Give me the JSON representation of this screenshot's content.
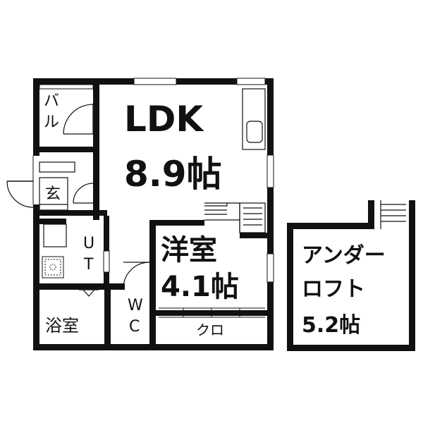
{
  "rooms": {
    "ldk": {
      "name": "LDK",
      "size": "8.9帖"
    },
    "western": {
      "name": "洋室",
      "size": "4.1帖"
    },
    "loft": {
      "line1": "アンダー",
      "line2": "ロフト",
      "size": "5.2帖"
    }
  },
  "labels": {
    "balcony_1": "バ",
    "balcony_2": "ル",
    "entrance": "玄",
    "ut_1": "U",
    "ut_2": "T",
    "bath": "浴室",
    "wc_1": "W",
    "wc_2": "C",
    "closet": "クロ"
  }
}
